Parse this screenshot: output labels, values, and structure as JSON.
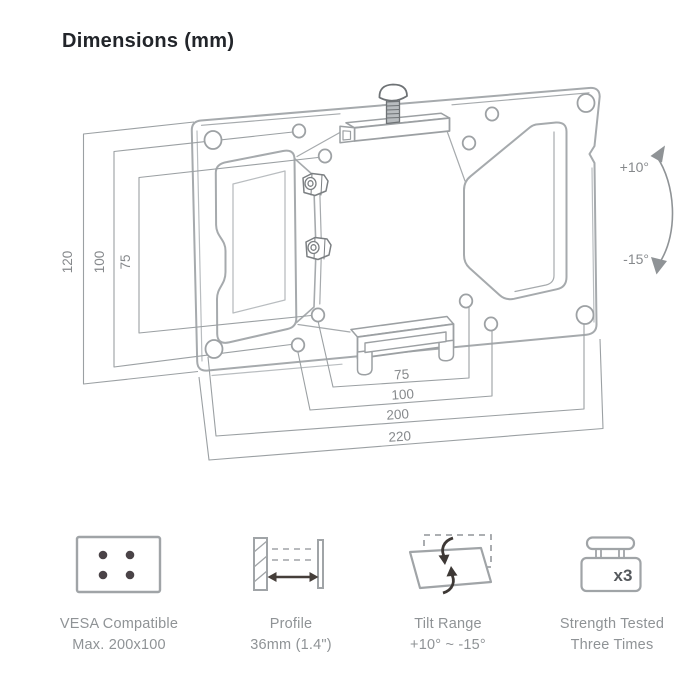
{
  "title": "Dimensions (mm)",
  "drawing": {
    "vertical_dimensions": [
      "120",
      "100",
      "75"
    ],
    "horizontal_dimensions": [
      "75",
      "100",
      "200",
      "220"
    ],
    "tilt_up_label": "+10°",
    "tilt_down_label": "-15°"
  },
  "features": [
    {
      "icon": "vesa-pattern-icon",
      "caption_line1": "VESA Compatible",
      "caption_line2": "Max. 200x100"
    },
    {
      "icon": "profile-depth-icon",
      "caption_line1": "Profile",
      "caption_line2": "36mm (1.4\")"
    },
    {
      "icon": "tilt-range-icon",
      "caption_line1": "Tilt Range",
      "caption_line2": "+10° ~ -15°"
    },
    {
      "icon": "strength-tested-icon",
      "caption_line1": "Strength Tested",
      "caption_line2": "Three Times",
      "badge": "x3"
    }
  ],
  "colors": {
    "title_text": "#22252a",
    "line_art": "#a6aaad",
    "dimension_line": "#9ba0a3",
    "dimension_text": "#86898c",
    "caption_text": "#8f9396",
    "icon_outline": "#a0a4a7",
    "icon_dark_accent": "#453e3a",
    "background": "#ffffff"
  }
}
